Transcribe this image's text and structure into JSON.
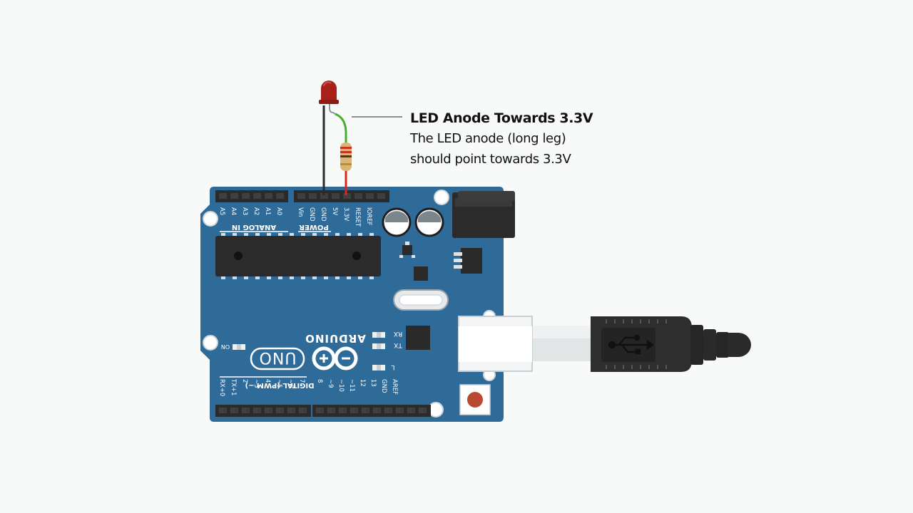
{
  "annotation": {
    "title": "LED Anode Towards 3.3V",
    "line1": "The LED anode (long leg)",
    "line2": "should point towards 3.3V"
  },
  "board": {
    "brand": "ARDUINO",
    "model": "UNO",
    "power_header_title": "POWER",
    "analog_header_title": "ANALOG IN",
    "digital_header_title": "DIGITAL (PWM ~)",
    "on_label": "ON",
    "led_labels": {
      "rx": "RX",
      "tx": "TX",
      "l": "L"
    },
    "power_pins": [
      "Vin",
      "GND",
      "GND",
      "5V",
      "3.3V",
      "RESET",
      "IOREF"
    ],
    "analog_pins": [
      "A5",
      "A4",
      "A3",
      "A2",
      "A1",
      "A0"
    ],
    "digital_pins_low": [
      "RX+0",
      "TX+1",
      "2",
      "~3",
      "4",
      "~5",
      "~6",
      "7"
    ],
    "digital_pins_high": [
      "8",
      "~9",
      "~10",
      "~11",
      "12",
      "13",
      "GND",
      "AREF"
    ]
  },
  "colors": {
    "board": "#2f6b99",
    "board_dark": "#265a82",
    "header": "#2b2b2b",
    "led_red": "#a8201a",
    "wire_black": "#2a2a2a",
    "wire_green": "#43b02a",
    "wire_red": "#d9261c",
    "usb_cable": "#2e2e2e"
  },
  "icons": [
    "usb-icon",
    "infinity-logo-icon"
  ]
}
